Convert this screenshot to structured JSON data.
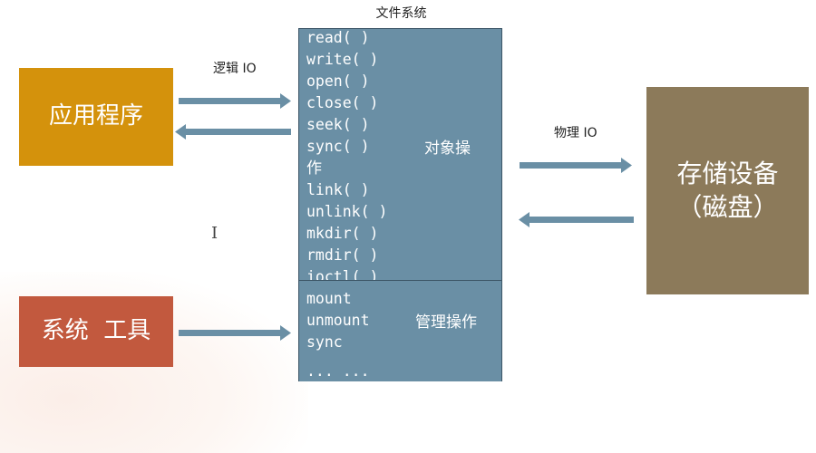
{
  "fs_title": "文件系统",
  "labels": {
    "logical_io": "逻辑 IO",
    "physical_io": "物理 IO"
  },
  "boxes": {
    "app": "应用程序",
    "tools": "系统  工具",
    "storage": "存储设备\n（磁盘）"
  },
  "object_ops": {
    "items": [
      "read( )",
      "write( )",
      "open( )",
      "close( )",
      "seek( )",
      "sync( )",
      "作",
      "link( )",
      "unlink( )",
      "mkdir( )",
      "rmdir( )",
      "ioctl( )"
    ],
    "label": "对象操"
  },
  "mgmt_ops": {
    "items": [
      "mount",
      "unmount",
      "sync",
      "... ..."
    ],
    "label": "管理操作"
  },
  "colors": {
    "app": "#d4920c",
    "tools": "#c2593e",
    "storage": "#8c7a5a",
    "fs": "#6a8fa5",
    "arrow": "#6a8fa5"
  }
}
